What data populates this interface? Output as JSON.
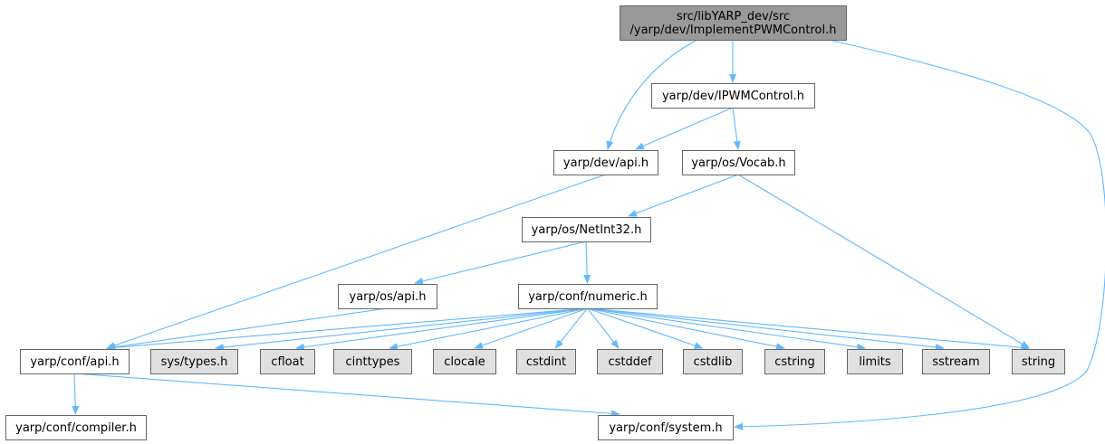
{
  "colors": {
    "root_fill": "#999999",
    "node_fill": "#ffffff",
    "external_fill": "#e0e0e0",
    "border": "#666666",
    "edge": "#63b8ff"
  },
  "nodes": [
    {
      "id": "root",
      "kind": "root",
      "lines": [
        "src/libYARP_dev/src",
        "/yarp/dev/ImplementPWMControl.h"
      ]
    },
    {
      "id": "ipwm",
      "kind": "node",
      "lines": [
        "yarp/dev/IPWMControl.h"
      ]
    },
    {
      "id": "devapi",
      "kind": "node",
      "lines": [
        "yarp/dev/api.h"
      ]
    },
    {
      "id": "vocab",
      "kind": "node",
      "lines": [
        "yarp/os/Vocab.h"
      ]
    },
    {
      "id": "netint",
      "kind": "node",
      "lines": [
        "yarp/os/NetInt32.h"
      ]
    },
    {
      "id": "osapi",
      "kind": "node",
      "lines": [
        "yarp/os/api.h"
      ]
    },
    {
      "id": "numeric",
      "kind": "node",
      "lines": [
        "yarp/conf/numeric.h"
      ]
    },
    {
      "id": "confapi",
      "kind": "node",
      "lines": [
        "yarp/conf/api.h"
      ]
    },
    {
      "id": "systypes",
      "kind": "external",
      "lines": [
        "sys/types.h"
      ]
    },
    {
      "id": "cfloat",
      "kind": "external",
      "lines": [
        "cfloat"
      ]
    },
    {
      "id": "cinttypes",
      "kind": "external",
      "lines": [
        "cinttypes"
      ]
    },
    {
      "id": "clocale",
      "kind": "external",
      "lines": [
        "clocale"
      ]
    },
    {
      "id": "cstdint",
      "kind": "external",
      "lines": [
        "cstdint"
      ]
    },
    {
      "id": "cstddef",
      "kind": "external",
      "lines": [
        "cstddef"
      ]
    },
    {
      "id": "cstdlib",
      "kind": "external",
      "lines": [
        "cstdlib"
      ]
    },
    {
      "id": "cstring",
      "kind": "external",
      "lines": [
        "cstring"
      ]
    },
    {
      "id": "limits",
      "kind": "external",
      "lines": [
        "limits"
      ]
    },
    {
      "id": "sstream",
      "kind": "external",
      "lines": [
        "sstream"
      ]
    },
    {
      "id": "string",
      "kind": "external",
      "lines": [
        "string"
      ]
    },
    {
      "id": "compiler",
      "kind": "node",
      "lines": [
        "yarp/conf/compiler.h"
      ]
    },
    {
      "id": "system",
      "kind": "node",
      "lines": [
        "yarp/conf/system.h"
      ]
    }
  ],
  "edges": [
    {
      "from": "root",
      "to": "ipwm"
    },
    {
      "from": "root",
      "to": "devapi"
    },
    {
      "from": "root",
      "to": "system"
    },
    {
      "from": "ipwm",
      "to": "devapi"
    },
    {
      "from": "ipwm",
      "to": "vocab"
    },
    {
      "from": "devapi",
      "to": "confapi"
    },
    {
      "from": "vocab",
      "to": "netint"
    },
    {
      "from": "vocab",
      "to": "string"
    },
    {
      "from": "netint",
      "to": "osapi"
    },
    {
      "from": "netint",
      "to": "numeric"
    },
    {
      "from": "osapi",
      "to": "confapi"
    },
    {
      "from": "numeric",
      "to": "confapi"
    },
    {
      "from": "numeric",
      "to": "systypes"
    },
    {
      "from": "numeric",
      "to": "cfloat"
    },
    {
      "from": "numeric",
      "to": "cinttypes"
    },
    {
      "from": "numeric",
      "to": "clocale"
    },
    {
      "from": "numeric",
      "to": "cstdint"
    },
    {
      "from": "numeric",
      "to": "cstddef"
    },
    {
      "from": "numeric",
      "to": "cstdlib"
    },
    {
      "from": "numeric",
      "to": "cstring"
    },
    {
      "from": "numeric",
      "to": "limits"
    },
    {
      "from": "numeric",
      "to": "sstream"
    },
    {
      "from": "numeric",
      "to": "string"
    },
    {
      "from": "confapi",
      "to": "compiler"
    },
    {
      "from": "confapi",
      "to": "system"
    }
  ]
}
